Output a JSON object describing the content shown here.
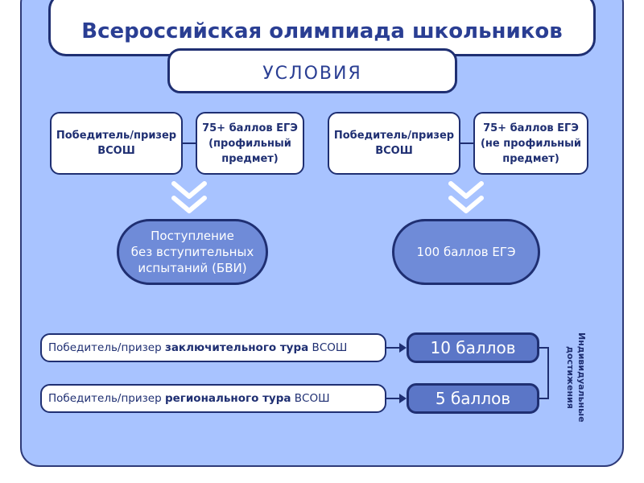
{
  "title": "Всероссийская олимпиада школьников",
  "conditions_label": "УСЛОВИЯ",
  "left_group": {
    "box1": "Победитель/призер\nВСОШ",
    "box2": "75+ баллов ЕГЭ\n(профильный\nпредмет)",
    "result": "Поступление\nбез вступительных\nиспытаний (БВИ)"
  },
  "right_group": {
    "box1": "Победитель/призер\nВСОШ",
    "box2": "75+ баллов ЕГЭ\n(не профильный\nпредмет)",
    "result": "100 баллов ЕГЭ"
  },
  "achievements": [
    {
      "prefix": "Победитель/призер ",
      "bold": "заключительного тура",
      "suffix": " ВСОШ",
      "points": "10 баллов"
    },
    {
      "prefix": "Победитель/призер ",
      "bold": "регионального тура",
      "suffix": " ВСОШ",
      "points": "5 баллов"
    }
  ],
  "side_label": "Индивидуальные\nдостижения",
  "colors": {
    "panel": "#a8c3ff",
    "dark": "#1f2f72",
    "title": "#2a3e93",
    "oval": "#6f8bd8",
    "points": "#5b76c7"
  }
}
